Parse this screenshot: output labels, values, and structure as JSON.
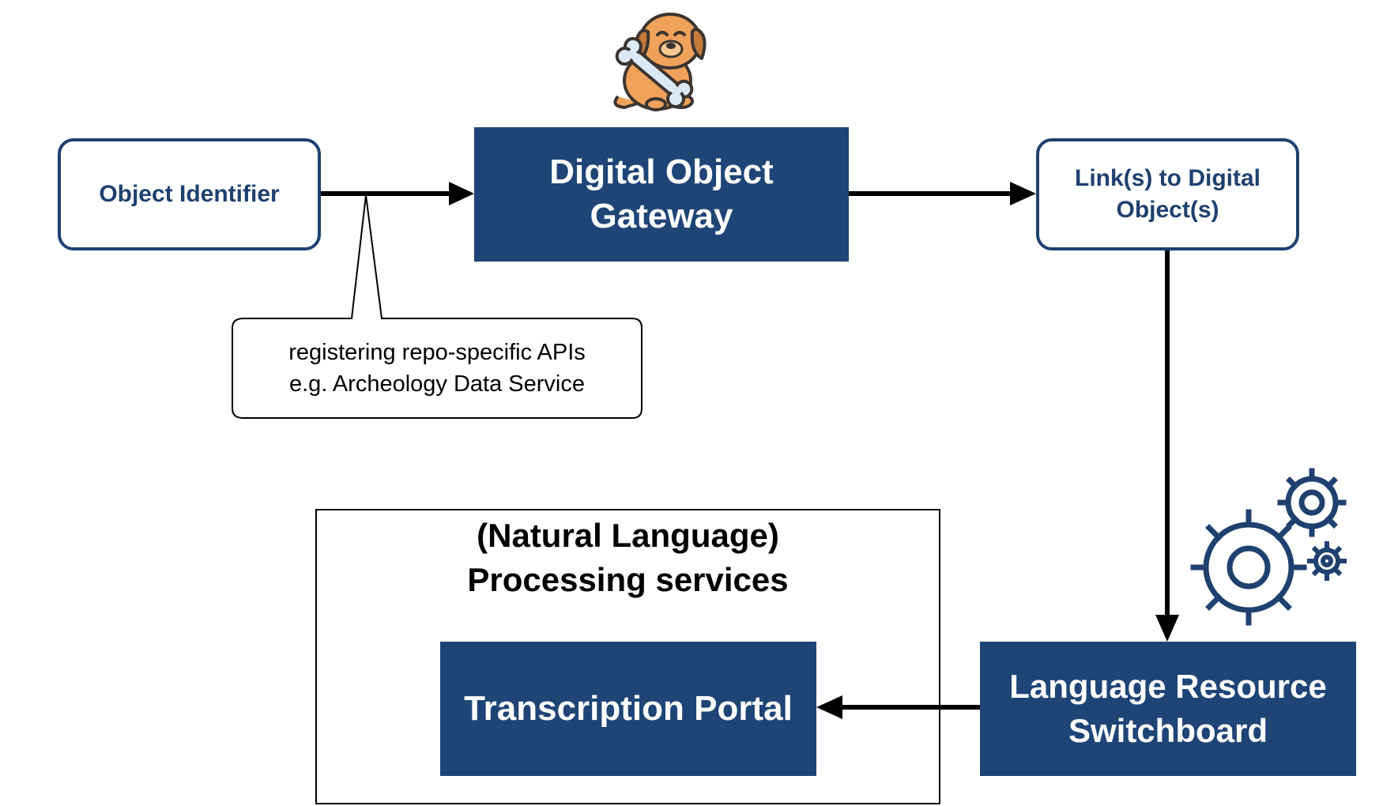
{
  "diagram": {
    "nodes": {
      "object_identifier": "Object Identifier",
      "digital_object_gateway": "Digital Object\nGateway",
      "links_to_digital_objects": "Link(s) to Digital\nObject(s)",
      "language_resource_switchboard": "Language Resource\nSwitchboard",
      "transcription_portal": "Transcription Portal"
    },
    "callout": "registering repo-specific APIs\ne.g. Archeology Data Service",
    "services_group_title": "(Natural Language)\nProcessing services",
    "icons": {
      "mascot": "dog-with-bone-icon",
      "processing": "gears-icon"
    },
    "colors": {
      "solid_box_fill": "#1e4576",
      "outline_box_border": "#1e416f",
      "outline_box_text": "#1e416f",
      "gear_icon": "#1e416f",
      "dog_body": "#f1a25a",
      "bone": "#dbe9f6"
    }
  }
}
